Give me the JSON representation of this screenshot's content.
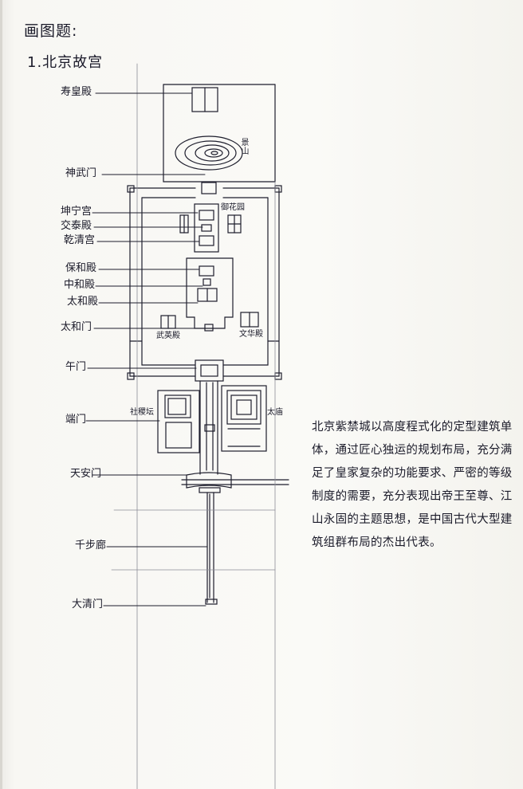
{
  "heading": {
    "title": "画图题:",
    "subtitle": "1.北京故宫"
  },
  "left_labels": [
    {
      "id": "jingshan-hall",
      "text": "寿皇殿"
    },
    {
      "id": "shenwu-gate",
      "text": "神武门"
    },
    {
      "id": "kunning-palace",
      "text": "坤宁宫"
    },
    {
      "id": "jiaotai-hall",
      "text": "交泰殿"
    },
    {
      "id": "qianqing-palace",
      "text": "乾清宫"
    },
    {
      "id": "baohe-hall",
      "text": "保和殿"
    },
    {
      "id": "zhonghe-hall",
      "text": "中和殿"
    },
    {
      "id": "taihe-hall",
      "text": "太和殿"
    },
    {
      "id": "taihe-gate",
      "text": "太和门"
    },
    {
      "id": "meridian-gate",
      "text": "午门"
    },
    {
      "id": "duan-gate",
      "text": "端门"
    },
    {
      "id": "tianan-gate",
      "text": "天安门"
    },
    {
      "id": "thousand-step-corridor",
      "text": "千步廊"
    },
    {
      "id": "daqing-gate",
      "text": "大清门"
    }
  ],
  "plan_tags": {
    "jingshan": "景山",
    "imperial_garden": "御花园",
    "wuying_hall": "武英殿",
    "wenhua_hall": "文华殿",
    "sheji_altar": "社稷坛",
    "ancestral_temple": "太庙"
  },
  "description": "北京紫禁城以高度程式化的定型建筑单体，通过匠心独运的规划布局，充分满足了皇家复杂的功能要求、严密的等级制度的需要，充分表现出帝王至尊、江山永固的主题思想，是中国古代大型建筑组群布局的杰出代表。"
}
